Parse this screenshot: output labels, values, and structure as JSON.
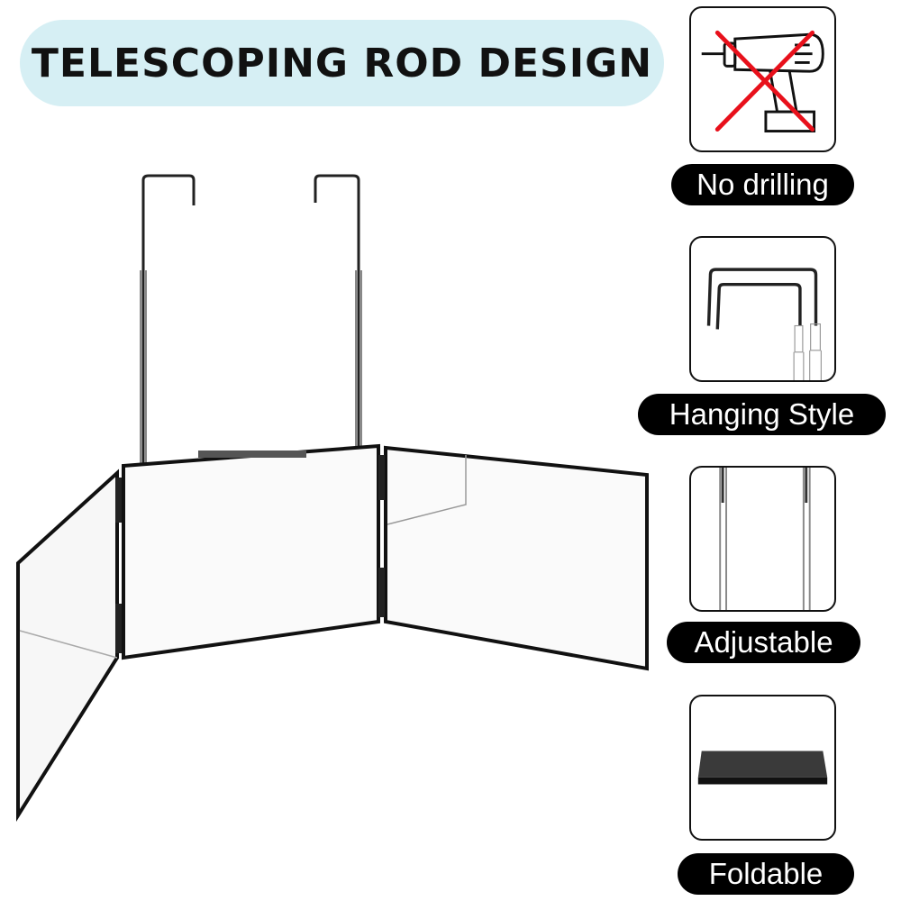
{
  "title": "TELESCOPING ROD DESIGN",
  "features": [
    {
      "label": "No drilling",
      "icon": "no-drill-icon"
    },
    {
      "label": "Hanging Style",
      "icon": "hook-icon"
    },
    {
      "label": "Adjustable",
      "icon": "telescoping-rod-icon"
    },
    {
      "label": "Foldable",
      "icon": "folded-mirror-icon"
    }
  ],
  "colors": {
    "title_bg": "#d6eff4",
    "cross": "#e8101b"
  }
}
